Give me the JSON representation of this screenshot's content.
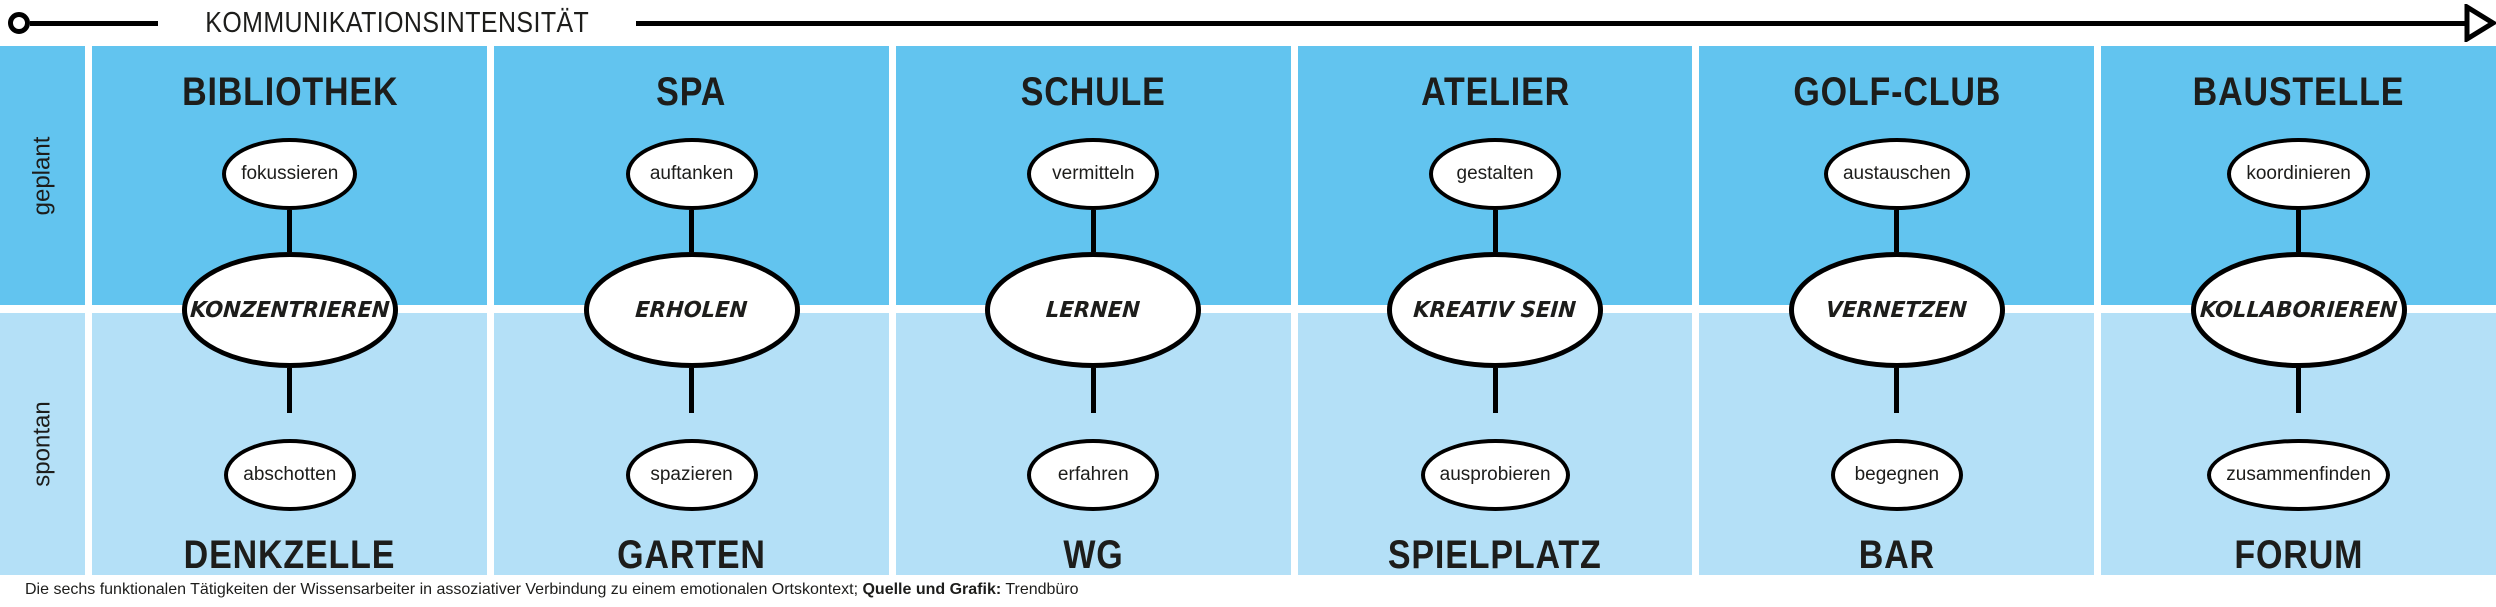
{
  "axis": {
    "label": "KOMMUNIKATIONSINTENSITÄT"
  },
  "rows": {
    "planned_label": "geplant",
    "spontaneous_label": "spontan"
  },
  "columns": [
    {
      "place_top": "BIBLIOTHEK",
      "activity_planned": "fokussieren",
      "activity_core": "KONZENTRIEREN",
      "activity_spontaneous": "abschotten",
      "place_bottom": "DENKZELLE"
    },
    {
      "place_top": "SPA",
      "activity_planned": "auftanken",
      "activity_core": "ERHOLEN",
      "activity_spontaneous": "spazieren",
      "place_bottom": "GARTEN"
    },
    {
      "place_top": "SCHULE",
      "activity_planned": "vermitteln",
      "activity_core": "LERNEN",
      "activity_spontaneous": "erfahren",
      "place_bottom": "WG"
    },
    {
      "place_top": "ATELIER",
      "activity_planned": "gestalten",
      "activity_core": "KREATIV SEIN",
      "activity_spontaneous": "ausprobieren",
      "place_bottom": "SPIELPLATZ"
    },
    {
      "place_top": "GOLF-CLUB",
      "activity_planned": "austauschen",
      "activity_core": "VERNETZEN",
      "activity_spontaneous": "begegnen",
      "place_bottom": "BAR"
    },
    {
      "place_top": "BAUSTELLE",
      "activity_planned": "koordinieren",
      "activity_core": "KOLLABORIEREN",
      "activity_spontaneous": "zusammenfinden",
      "place_bottom": "FORUM"
    }
  ],
  "caption": {
    "lead": "Die sechs funktionalen Tätigkeiten der Wissensarbeiter in assoziativer Verbindung zu einem emotionalen Ortskontext; ",
    "bold": "Quelle und Grafik:",
    "tail": " Trendbüro"
  },
  "colors": {
    "planned_bg": "#62C4EF",
    "spontaneous_bg": "#B4E0F7",
    "ink": "#1D1D1B",
    "node_fill": "#FFFFFF"
  }
}
